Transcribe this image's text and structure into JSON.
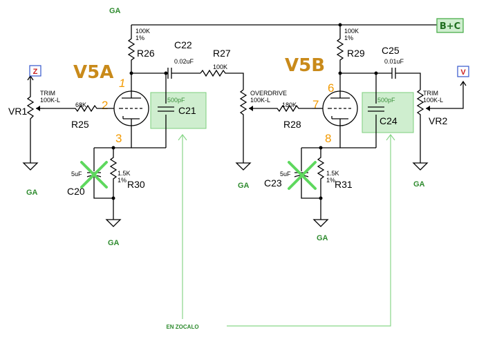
{
  "ground_labels": {
    "top": "GA",
    "vr1": "GA",
    "v5a_cathode": "GA",
    "overdrive": "GA",
    "v5b_cathode": "GA",
    "vr2": "GA"
  },
  "supply": {
    "label": "B+C"
  },
  "terminals": {
    "left": "Z",
    "right": "V"
  },
  "tubes": {
    "left": "V5A",
    "right": "V5B"
  },
  "pins": {
    "p1": "1",
    "p2": "2",
    "p3": "3",
    "p6": "6",
    "p7": "7",
    "p8": "8"
  },
  "components": {
    "r26": {
      "ref": "R26",
      "value": "100K",
      "tol": "1%"
    },
    "r29": {
      "ref": "R29",
      "value": "100K",
      "tol": "1%"
    },
    "r25": {
      "ref": "R25",
      "value": "68K"
    },
    "r28": {
      "ref": "R28",
      "value": "180K"
    },
    "r27": {
      "ref": "R27",
      "value": "100K"
    },
    "r30": {
      "ref": "R30",
      "value": "1.5K",
      "tol": "1%"
    },
    "r31": {
      "ref": "R31",
      "value": "1.5K",
      "tol": "1%"
    },
    "c22": {
      "ref": "C22",
      "value": "0.02uF"
    },
    "c25": {
      "ref": "C25",
      "value": "0.01uF"
    },
    "c21": {
      "ref": "C21",
      "value": "500pF"
    },
    "c24": {
      "ref": "C24",
      "value": "500pF"
    },
    "c20": {
      "ref": "C20",
      "value": "5uF"
    },
    "c23": {
      "ref": "C23",
      "value": "5uF"
    },
    "vr1": {
      "ref": "VR1",
      "line1": "TRIM",
      "line2": "100K-L"
    },
    "vr2": {
      "ref": "VR2",
      "line1": "TRIM",
      "line2": "100K-L"
    },
    "overdrive": {
      "line1": "OVERDRIVE",
      "line2": "100K-L"
    }
  },
  "annotation": {
    "zocalo": "EN ZOCALO"
  },
  "colors": {
    "highlight_fill": "#cfeecf",
    "ground_text": "#2e8b2e",
    "pin_text": "#f39a00",
    "tube_text": "#c98a1a",
    "cross_mark": "#5ed85e",
    "terminal_border": "#3355cc",
    "terminal_text": "#cc2222"
  }
}
